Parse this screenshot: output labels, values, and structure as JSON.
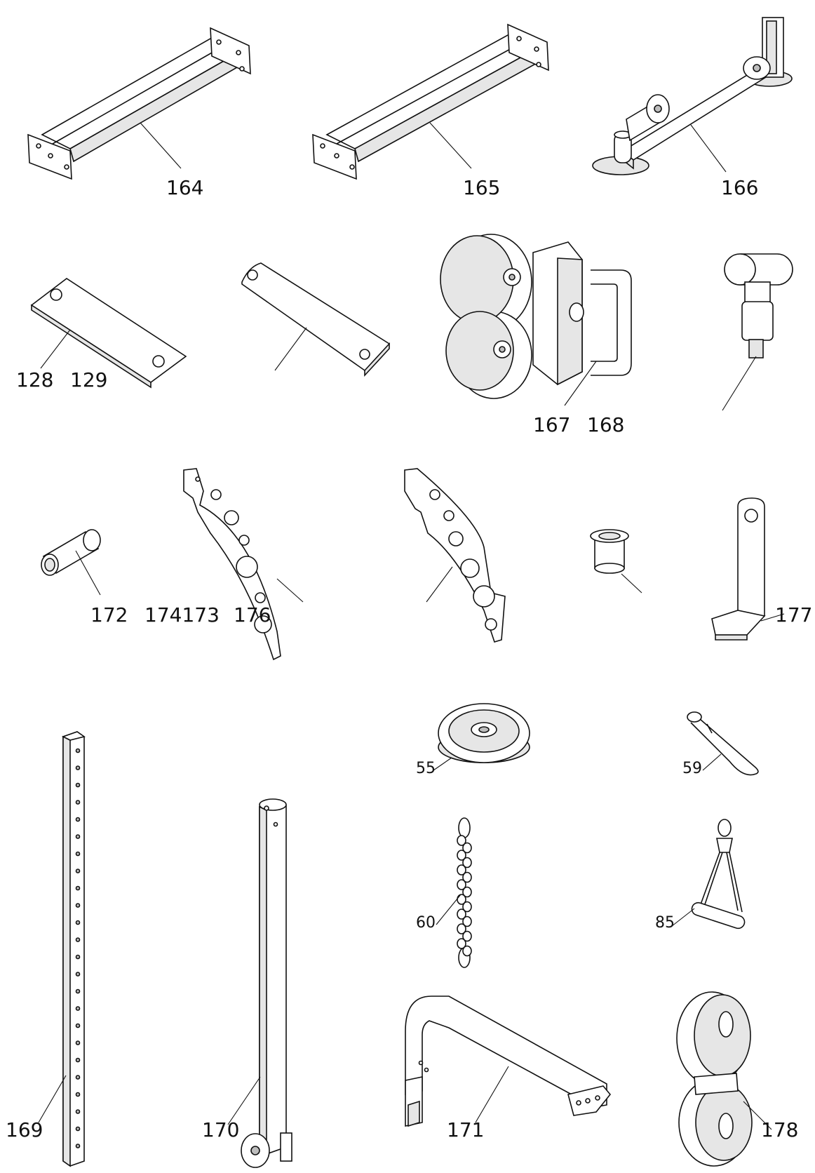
{
  "labels": {
    "p164": "164",
    "p165": "165",
    "p166": "166",
    "p128": "128",
    "p129": "129",
    "p167": "167",
    "p168": "168",
    "p172": "172",
    "p174173": "174173",
    "p176": "176",
    "p177": "177",
    "p55": "55",
    "p59": "59",
    "p60": "60",
    "p85": "85",
    "p169": "169",
    "p170": "170",
    "p171": "171",
    "p178": "178"
  }
}
